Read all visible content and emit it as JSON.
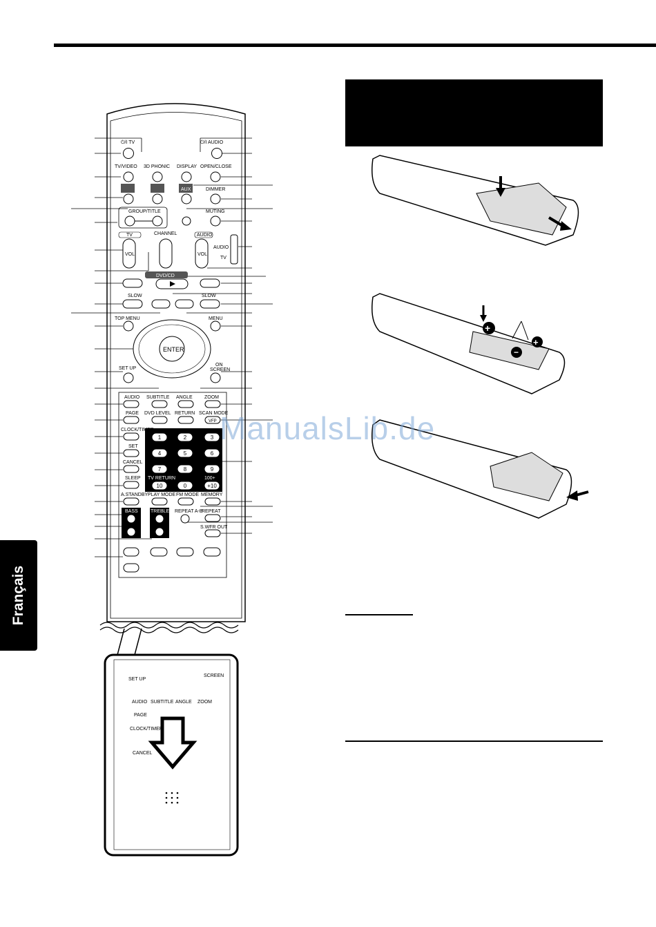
{
  "page": {
    "language_tab": "Français",
    "watermark": "ManualsLib.de"
  },
  "remote": {
    "labels": {
      "power_tv": "⏻/I TV",
      "power_audio": "⏻/I AUDIO",
      "tv_video": "TV/VIDEO",
      "phonic_3d": "3D PHONIC",
      "display": "DISPLAY",
      "open_close": "OPEN/CLOSE",
      "aux": "AUX",
      "dimmer": "DIMMER",
      "group_title": "GROUP/TITLE",
      "muting": "MUTING",
      "tv": "TV",
      "channel": "CHANNEL",
      "audio_small": "AUDIO",
      "vol": "VOL",
      "switch_audio": "AUDIO",
      "switch_tv": "TV",
      "dvd_cd": "DVD/CD",
      "slow_left": "SLOW",
      "slow_right": "SLOW",
      "top_menu": "TOP MENU",
      "menu": "MENU",
      "enter": "ENTER",
      "set_up": "SET UP",
      "on_screen_1": "ON",
      "on_screen_2": "SCREEN",
      "audio": "AUDIO",
      "subtitle": "SUBTITLE",
      "angle": "ANGLE",
      "zoom": "ZOOM",
      "page": "PAGE",
      "dvd_level": "DVD LEVEL",
      "return": "RETURN",
      "scan_mode": "SCAN MODE",
      "vfp": "VFP",
      "clock_timer": "CLOCK/TIMER",
      "set": "SET",
      "cancel": "CANCEL",
      "sleep": "SLEEP",
      "tv_return": "TV RETURN",
      "hundred_plus": "100+",
      "a_standby": "A.STANDBY",
      "play_mode": "PLAY MODE",
      "fm_mode": "FM MODE",
      "memory": "MEMORY",
      "bass": "BASS",
      "treble": "TREBLE",
      "repeat_ab": "REPEAT A-B",
      "repeat": "REPEAT",
      "s_wfr_out": "S.WFR OUT",
      "keys": [
        "1",
        "2",
        "3",
        "4",
        "5",
        "6",
        "7",
        "8",
        "9",
        "10",
        "0",
        "+10"
      ]
    }
  }
}
